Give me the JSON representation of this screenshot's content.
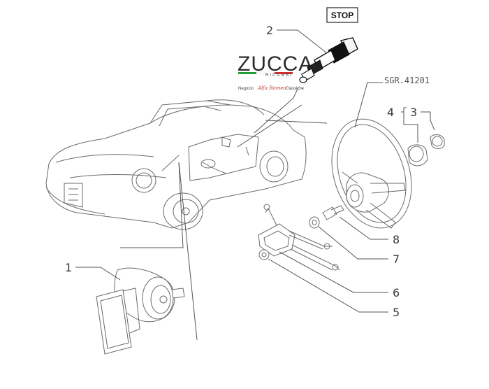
{
  "diagram": {
    "reference_code": "SGR.41201",
    "stop_label": "STOP",
    "callouts": {
      "part_1": "1",
      "part_2": "2",
      "part_3": "3",
      "part_4": "4",
      "part_5": "5",
      "part_6": "6",
      "part_7": "7",
      "part_8": "8"
    }
  },
  "watermark": {
    "brand": "ZUCCA",
    "sub": "RICAMBI",
    "shop_prefix": "Negozio",
    "shop_brand": "Alfa Romeo",
    "shop_suffix": "Classiche",
    "colors": {
      "green": "#1e9e3a",
      "white": "#ffffff",
      "red": "#d32f2f"
    }
  }
}
